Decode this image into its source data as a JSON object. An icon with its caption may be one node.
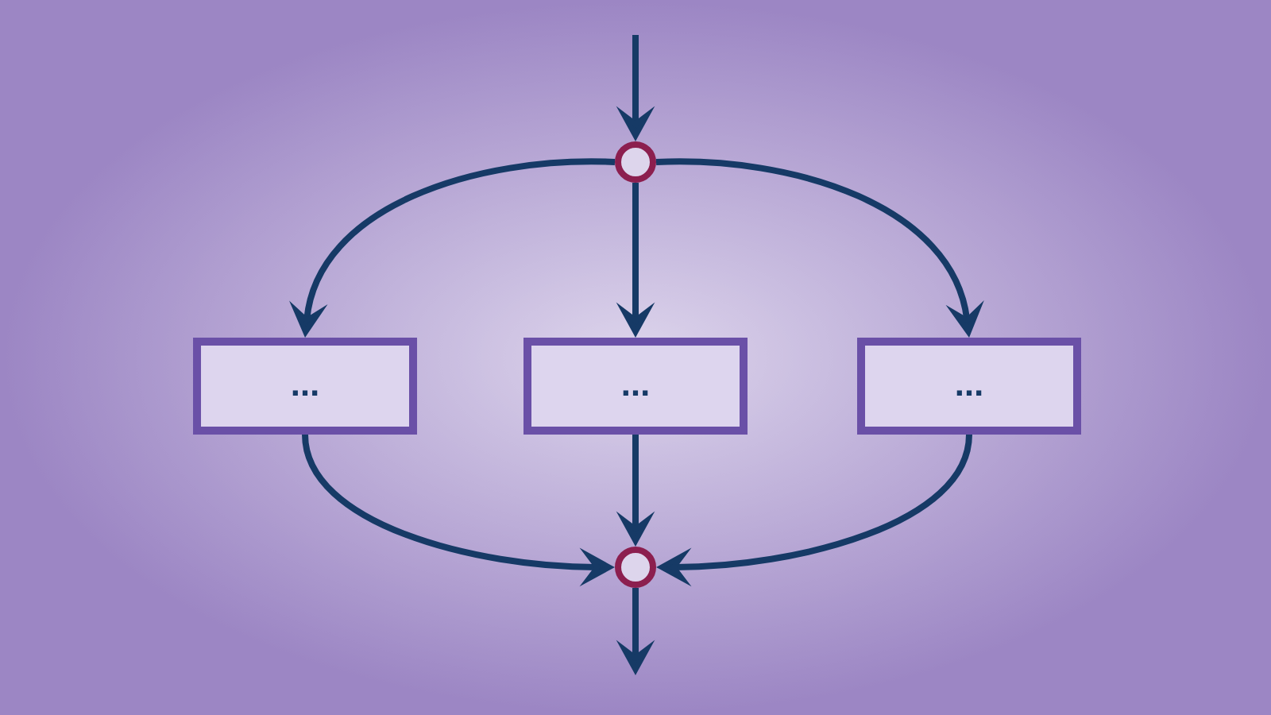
{
  "diagram": {
    "nodes": [
      {
        "text": [],
        "shape": "circle"
      },
      {
        "text": [
          "..."
        ]
      },
      {
        "text": [
          "..."
        ]
      },
      {
        "text": [
          "..."
        ]
      },
      {
        "text": [],
        "shape": "circle"
      }
    ],
    "edges": [
      {
        "from": null,
        "to": 0,
        "arrow": "to"
      },
      {
        "from": 0,
        "to": 1,
        "arrow": "to"
      },
      {
        "from": 0,
        "to": 2,
        "arrow": "to"
      },
      {
        "from": 0,
        "to": 3,
        "arrow": "to"
      },
      {
        "from": 1,
        "to": 4,
        "arrow": "to"
      },
      {
        "from": 2,
        "to": 4,
        "arrow": "to"
      },
      {
        "from": 3,
        "to": 4,
        "arrow": "to"
      },
      {
        "from": 4,
        "to": null,
        "arrow": "to"
      }
    ]
  }
}
